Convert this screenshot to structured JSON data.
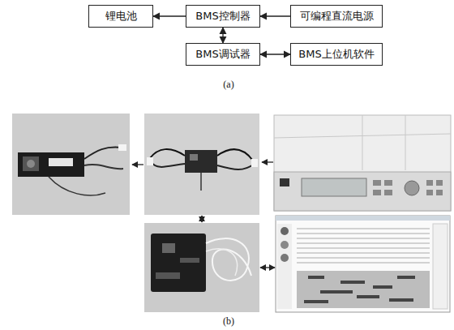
{
  "diagram": {
    "nodes": [
      {
        "text": [
          "锂电池"
        ]
      },
      {
        "text": [
          "BMS控制器"
        ]
      },
      {
        "text": [
          "可编程直流电源"
        ]
      },
      {
        "text": [
          "BMS调试器"
        ]
      },
      {
        "text": [
          "BMS上位机软件"
        ]
      }
    ],
    "edges": [
      {
        "from": 1,
        "to": 0,
        "arrow": "to"
      },
      {
        "from": 2,
        "to": 1,
        "arrow": "to"
      },
      {
        "from": 1,
        "to": 3,
        "arrow": "both"
      },
      {
        "from": 3,
        "to": 4,
        "arrow": "both"
      }
    ],
    "labels": [
      "(a)",
      "(b)"
    ]
  }
}
